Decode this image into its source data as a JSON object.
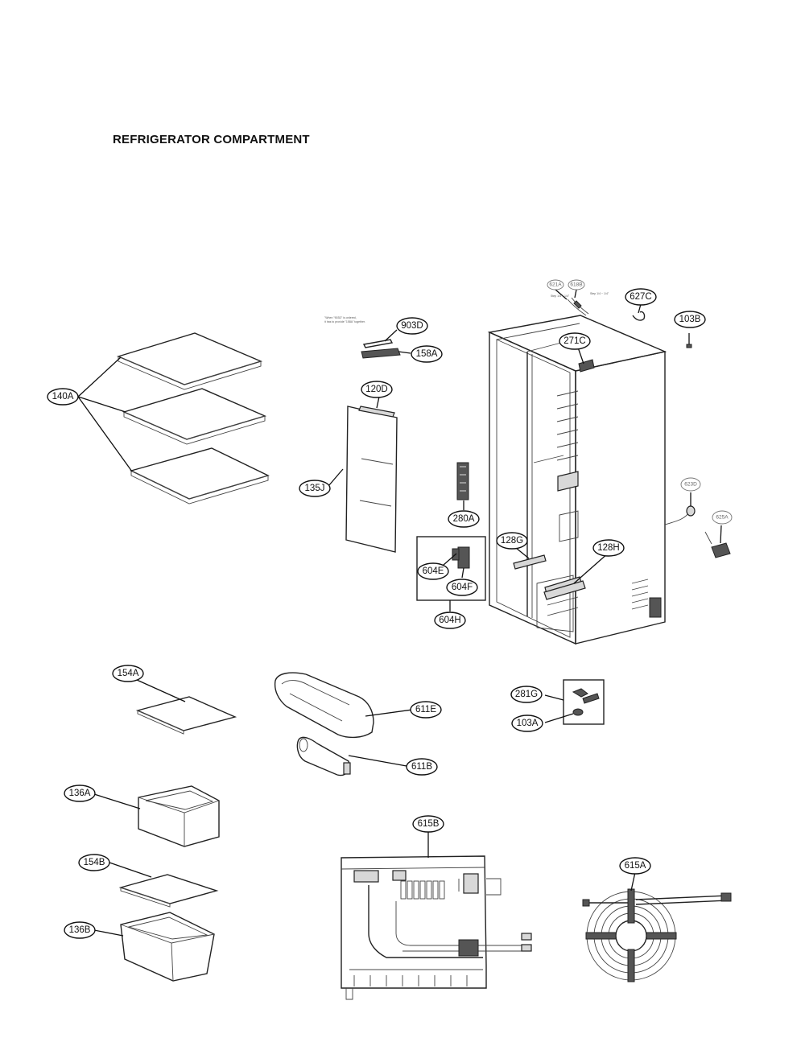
{
  "page": {
    "title": "REFRIGERATOR COMPARTMENT"
  },
  "callouts": {
    "c140A": "140A",
    "c903D": "903D",
    "c158A": "158A",
    "c120D": "120D",
    "c135J": "135J",
    "c280A": "280A",
    "c604E": "604E",
    "c604F": "604F",
    "c604H": "604H",
    "c128G": "128G",
    "c128H": "128H",
    "c271C": "271C",
    "c627C": "627C",
    "c103B": "103B",
    "c621A": "621A",
    "c618B": "618B",
    "c623D": "623D",
    "c625A": "625A",
    "c154A": "154A",
    "c611E": "611E",
    "c611B": "611B",
    "c281G": "281G",
    "c103A": "103A",
    "c136A": "136A",
    "c154B": "154B",
    "c136B": "136B",
    "c615B": "615B",
    "c615A": "615A"
  },
  "notes": {
    "n1": "\"When \"903D\" is ordered,",
    "n2": "it has to provide \"158A\" together."
  },
  "colors": {
    "line": "#222222",
    "background": "#ffffff"
  }
}
